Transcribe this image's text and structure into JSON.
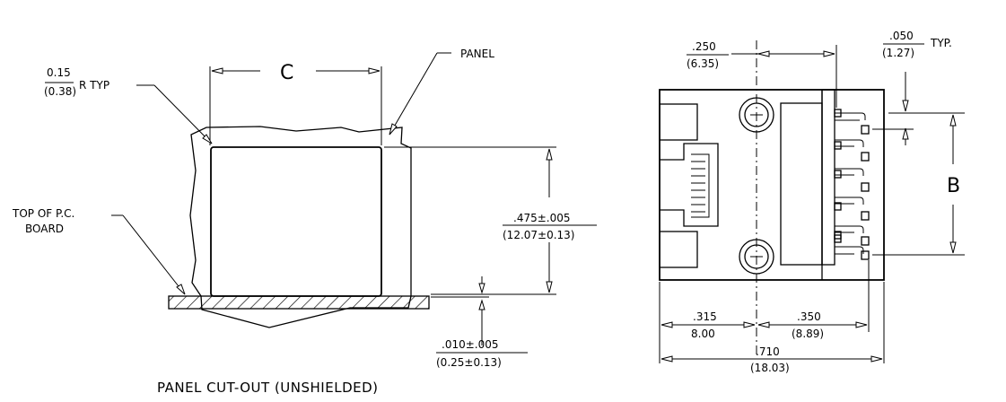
{
  "left": {
    "radius_in": "0.15",
    "radius_mm": "(0.38)",
    "radius_suffix": "R TYP",
    "dim_c": "C",
    "panel": "PANEL",
    "pcb_line1": "TOP OF P.C.",
    "pcb_line2": "BOARD",
    "height_in": ".475±.005",
    "height_mm": "(12.07±0.13)",
    "gap_in": ".010±.005",
    "gap_mm": "(0.25±0.13)",
    "caption": "PANEL CUT-OUT (UNSHIELDED)"
  },
  "right": {
    "d250_in": ".250",
    "d250_mm": "(6.35)",
    "d050_in": ".050",
    "d050_mm": "(1.27)",
    "typ": "TYP.",
    "dim_b": "B",
    "d315_in": ".315",
    "d315_mm": "8.00",
    "d350_in": ".350",
    "d350_mm": "(8.89)",
    "d710_in": ".710",
    "d710_mm": "(18.03)"
  }
}
